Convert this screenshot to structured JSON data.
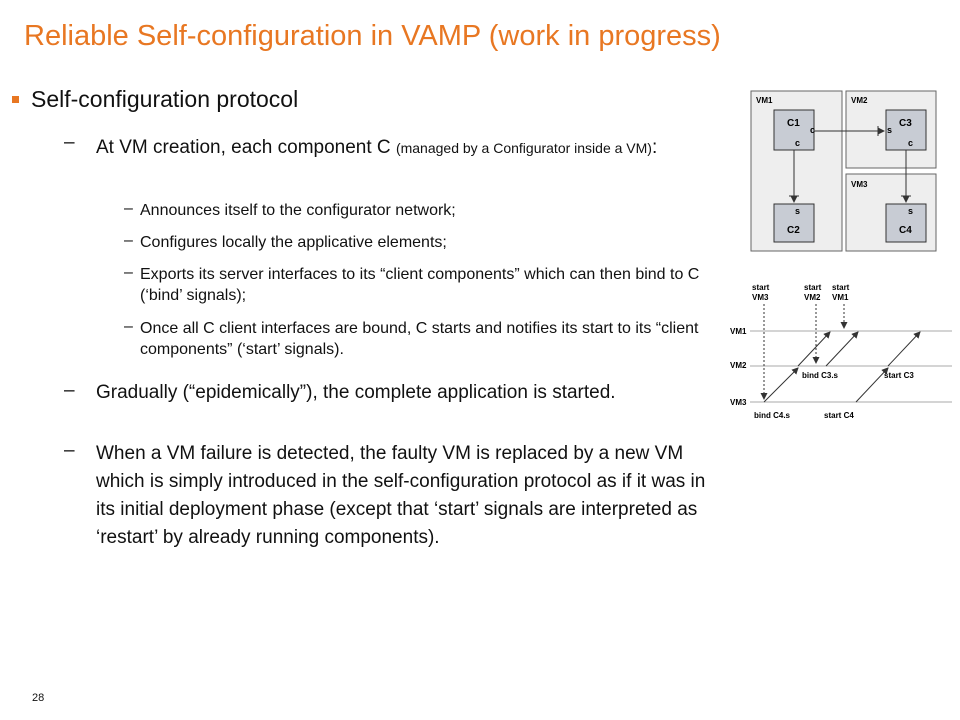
{
  "slide": {
    "title": "Reliable Self-configuration in VAMP (work in progress)",
    "bullet": "Self-configuration protocol",
    "item1_main": "At VM creation, each component C ",
    "item1_small": "(managed by a Configurator inside a VM)",
    "item1_colon": ":",
    "subitems": [
      "Announces itself to the configurator network;",
      "Configures locally the applicative elements;",
      "Exports its server interfaces to its “client components” which can then bind to C (‘bind’ signals);",
      "Once all C client interfaces are bound, C starts and notifies its start to its “client components” (‘start’ signals)."
    ],
    "item2": "Gradually (“epidemically”), the complete application is started.",
    "item3": "When a VM failure is detected, the faulty VM is replaced by a new VM which is simply introduced in the self-configuration protocol as if it was in its initial deployment phase (except that ‘start’ signals are interpreted as ‘restart’ by already running components).",
    "dash": "–",
    "subdash": "–",
    "page_number": "28"
  },
  "diagram": {
    "vm1": "VM1",
    "vm2": "VM2",
    "vm3": "VM3",
    "c1": "C1",
    "c2": "C2",
    "c3": "C3",
    "c4": "C4",
    "c": "c",
    "s": "s"
  },
  "timeline": {
    "start_labels": [
      {
        "top": "start",
        "bottom": "VM3"
      },
      {
        "top": "start",
        "bottom": "VM2"
      },
      {
        "top": "start",
        "bottom": "VM1"
      }
    ],
    "lanes": [
      "VM1",
      "VM2",
      "VM3"
    ],
    "events": [
      "bind C3.s",
      "start C3",
      "bind C4.s",
      "start C4"
    ]
  },
  "colors": {
    "accent": "#e87722",
    "box_fill": "#c8ccd4",
    "panel_fill": "#eeeeee"
  }
}
